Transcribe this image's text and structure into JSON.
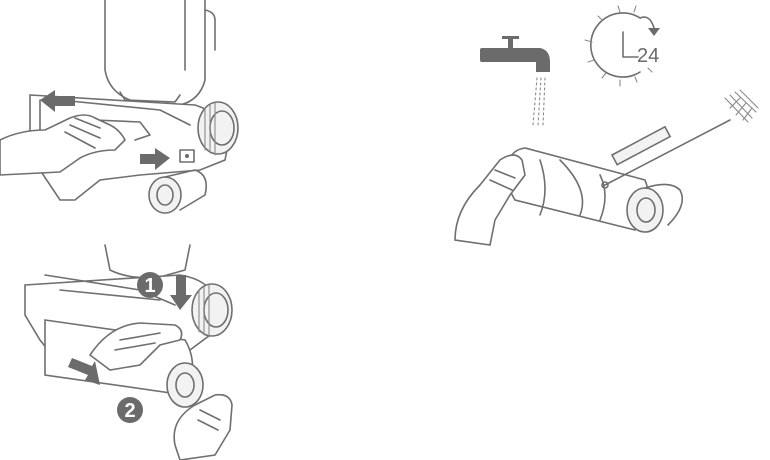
{
  "steps": {
    "step1_label": "1",
    "step2_label": "2"
  },
  "clock": {
    "hours_label": "24"
  },
  "icons": [
    "roller-release-icon",
    "roller-removal-icon",
    "water-tap-icon",
    "clock-24-hour-icon",
    "cleaning-brush-icon"
  ],
  "colors": {
    "line": "#6f6f6f",
    "arrow_fill": "#6b6b6b",
    "background": "#ffffff"
  }
}
